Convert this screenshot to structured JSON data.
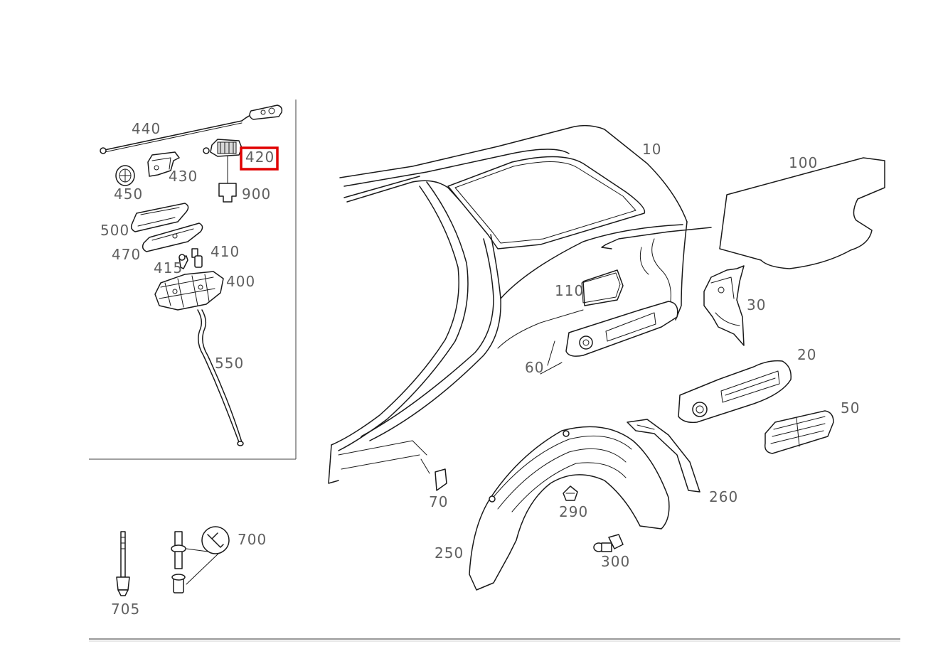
{
  "diagram": {
    "highlight_color": "#e00000",
    "highlighted_part": "420",
    "labels": {
      "p10": "10",
      "p20": "20",
      "p30": "30",
      "p50": "50",
      "p60": "60",
      "p70": "70",
      "p100": "100",
      "p110": "110",
      "p250": "250",
      "p260": "260",
      "p290": "290",
      "p300": "300",
      "p400": "400",
      "p410": "410",
      "p415": "415",
      "p420": "420",
      "p430": "430",
      "p440": "440",
      "p450": "450",
      "p470": "470",
      "p500": "500",
      "p550": "550",
      "p700": "700",
      "p705": "705",
      "p900": "900"
    },
    "icons": {
      "tool": "wrench-icon"
    }
  }
}
